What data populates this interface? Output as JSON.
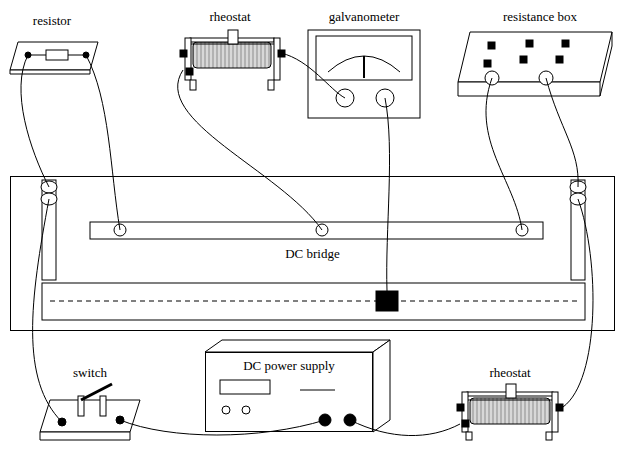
{
  "diagram": {
    "nodes": [
      {
        "text": [
          "DC bridge"
        ]
      },
      {
        "text": [
          "DC power supply"
        ]
      }
    ],
    "labels": [
      "resistor",
      "rheostat",
      "galvanometer",
      "resistance box",
      "switch",
      "rheostat"
    ]
  }
}
